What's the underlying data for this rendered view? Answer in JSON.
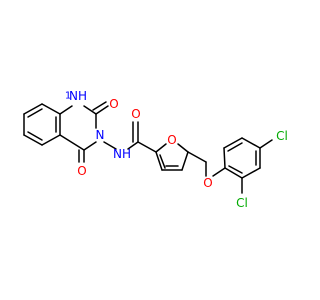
{
  "molecule": {
    "colors": {
      "bond": "#000000",
      "carbon": "#000000",
      "nitrogen": "#0000ff",
      "oxygen": "#ff0000",
      "chlorine": "#00aa00"
    },
    "atom_labels": {
      "n1": "NH",
      "o_c2": "O",
      "n3": "N",
      "o_c4": "O",
      "n_amide": "NH",
      "o_amide": "O",
      "o_furan": "O",
      "o_ether": "O",
      "cl_para": "Cl",
      "cl_ortho": "Cl"
    },
    "subscripts": {
      "n1_locant": "1"
    }
  }
}
